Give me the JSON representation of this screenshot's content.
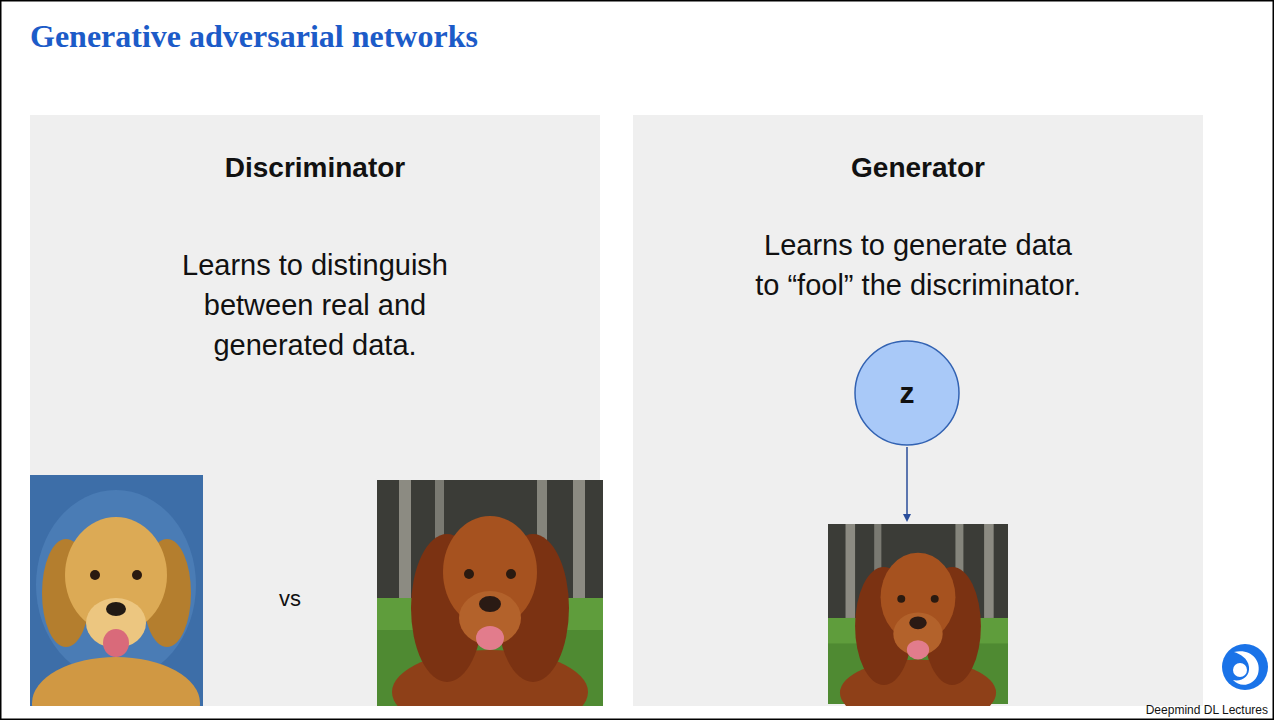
{
  "diagram": {
    "title": "Generative adversarial networks",
    "nodes": [
      {
        "text": [
          "Discriminator",
          "Learns to distinguish between real and generated data."
        ]
      },
      {
        "text": [
          "Generator",
          "Learns to generate data to “fool” the discriminator."
        ]
      },
      {
        "text": [
          "z"
        ],
        "in": 1
      }
    ],
    "labels": [
      "vs",
      "Deepmind DL Lectures"
    ]
  }
}
